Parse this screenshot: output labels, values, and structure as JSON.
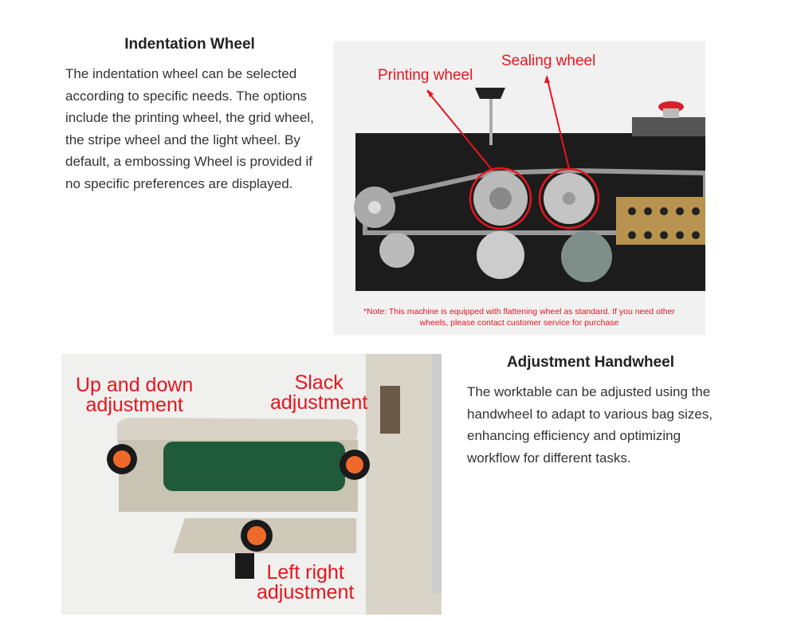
{
  "section1": {
    "heading": "Indentation Wheel",
    "body": "The indentation wheel can be selected according to specific needs. The options include the printing wheel, the grid wheel, the stripe wheel and the light wheel. By default, a embossing Wheel is provided if no specific preferences are displayed.",
    "image": {
      "label_printing": "Printing wheel",
      "label_sealing": "Sealing wheel",
      "note": "*Note: This machine is equipped with flattening wheel as standard. If you need other wheels, please contact customer service for purchase"
    }
  },
  "section2": {
    "heading": "Adjustment Handwheel",
    "body": "The worktable can be adjusted using the handwheel to adapt to various bag sizes, enhancing efficiency and optimizing workflow for different tasks.",
    "image": {
      "label_updown_1": "Up and down",
      "label_updown_2": "adjustment",
      "label_slack_1": "Slack",
      "label_slack_2": "adjustment",
      "label_leftright_1": "Left right",
      "label_leftright_2": "adjustment"
    }
  }
}
